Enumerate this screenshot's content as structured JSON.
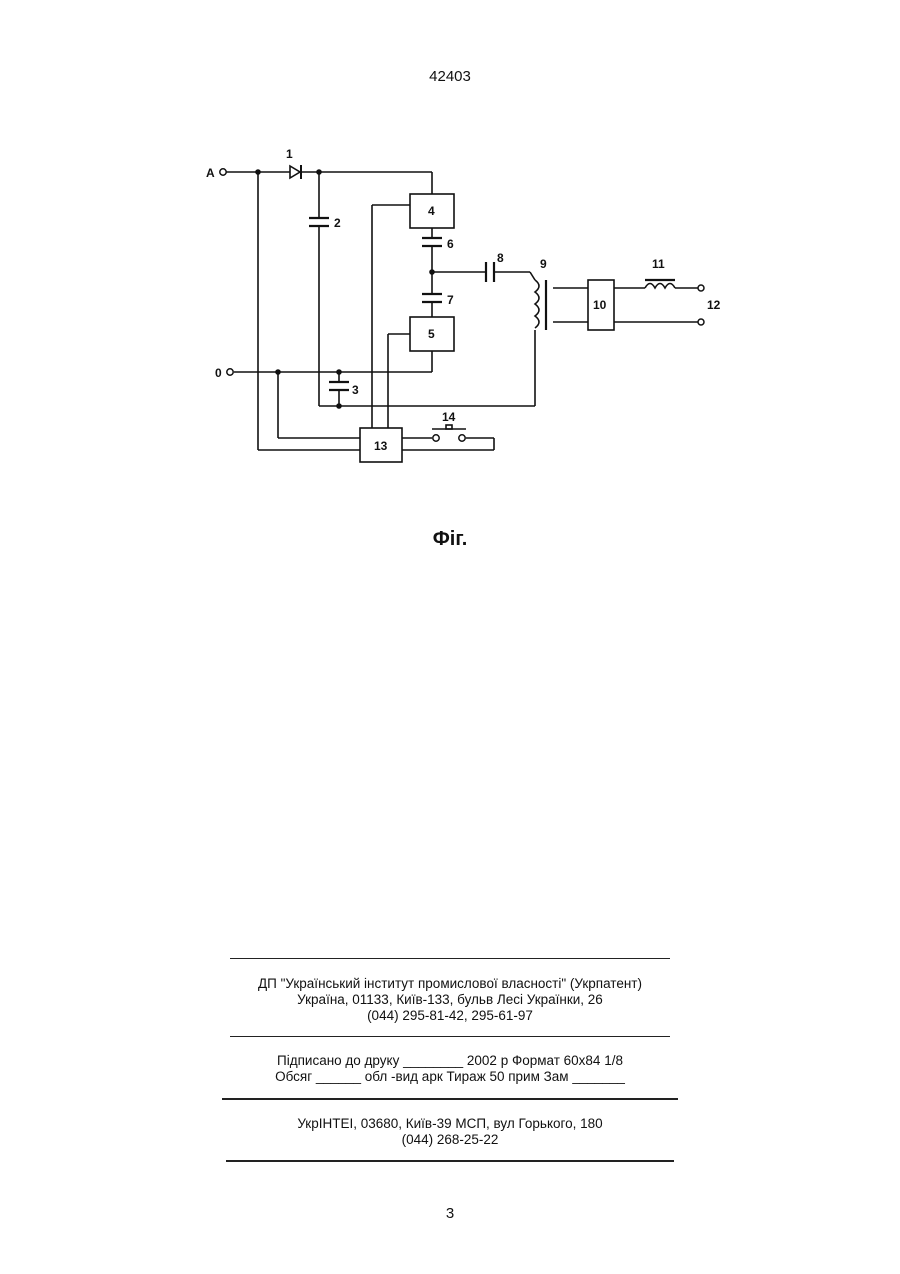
{
  "header": {
    "patent_number": "42403"
  },
  "figure": {
    "caption": "Фіг.",
    "terminals": {
      "a": "A",
      "o": "0"
    },
    "labels": {
      "l1": "1",
      "l2": "2",
      "l3": "3",
      "l4": "4",
      "l5": "5",
      "l6": "6",
      "l7": "7",
      "l8": "8",
      "l9": "9",
      "l10": "10",
      "l11": "11",
      "l12": "12",
      "l13": "13",
      "l14": "14"
    }
  },
  "imprint": {
    "publisher_line1": "ДП \"Український інститут промислової власності\" (Укрпатент)",
    "publisher_line2": "Україна, 01133, Київ-133, бульв  Лесі Українки, 26",
    "publisher_line3": "(044) 295-81-42, 295-61-97",
    "print_line1": "Підписано до друку ________ 2002 р     Формат 60х84 1/8",
    "print_line2": "Обсяг ______ обл -вид  арк    Тираж 50 прим      Зам _______",
    "printer_line1": "УкрІНТЕІ, 03680, Київ-39 МСП, вул  Горького, 180",
    "printer_line2": "(044) 268-25-22"
  },
  "page_number": "3"
}
